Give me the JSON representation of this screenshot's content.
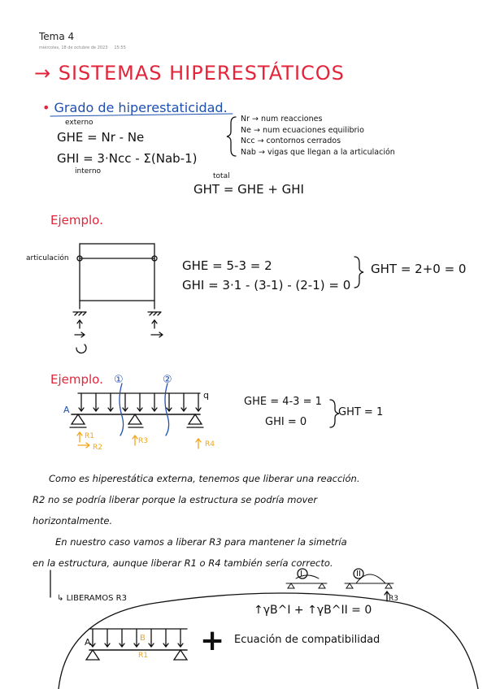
{
  "header": {
    "title": "Tema 4",
    "date": "miércoles, 18 de octubre de 2023",
    "time": "15:55"
  },
  "section_title": "→ SISTEMAS HIPERESTÁTICOS",
  "subsection": {
    "bullet": "•",
    "title": "Grado de hiperestaticidad."
  },
  "formulas": {
    "ghe_tag": "externo",
    "ghe": "GHE = Nr - Ne",
    "ghi": "GHI = 3·Ncc - Σ(Nab-1)",
    "ghi_tag": "interno",
    "ght_tag": "total",
    "ght": "GHT = GHE + GHI",
    "legend": [
      "Nr → num reacciones",
      "Ne → num ecuaciones equilibrio",
      "Ncc → contornos cerrados",
      "Nab → vigas que llegan a la articulación"
    ]
  },
  "example1": {
    "label": "Ejemplo.",
    "articulation_label": "articulación",
    "ghe": "GHE = 5-3 = 2",
    "ghi": "GHI = 3·1 - (3-1) - (2-1) = 0",
    "ght": "GHT = 2+0 = 0"
  },
  "example2": {
    "label": "Ejemplo.",
    "marker1": "①",
    "marker2": "②",
    "load": "q",
    "node_a": "A",
    "r1": "R1",
    "r2": "R2",
    "r3": "R3",
    "r4": "R4",
    "ghe": "GHE = 4-3 = 1",
    "ghi": "GHI = 0",
    "ght": "GHT = 1"
  },
  "paragraph": [
    "Como es hiperestática externa, tenemos que liberar una reacción.",
    "R2 no se podría liberar porque la estructura se podría mover",
    "horizontalmente.",
    "En nuestro caso vamos a liberar R3 para mantener la simetría",
    "en la estructura, aunque liberar R1 o R4 también sería correcto."
  ],
  "release": {
    "label": "LIBERAMOS R3",
    "case1": "I",
    "case2": "II",
    "r3": "R3",
    "compat_eq": "↑γB^I + ↑γB^II = 0",
    "plus": "+",
    "compat_label": "Ecuación de compatibilidad",
    "node_a": "A",
    "node_b": "B",
    "r1": "R1"
  }
}
